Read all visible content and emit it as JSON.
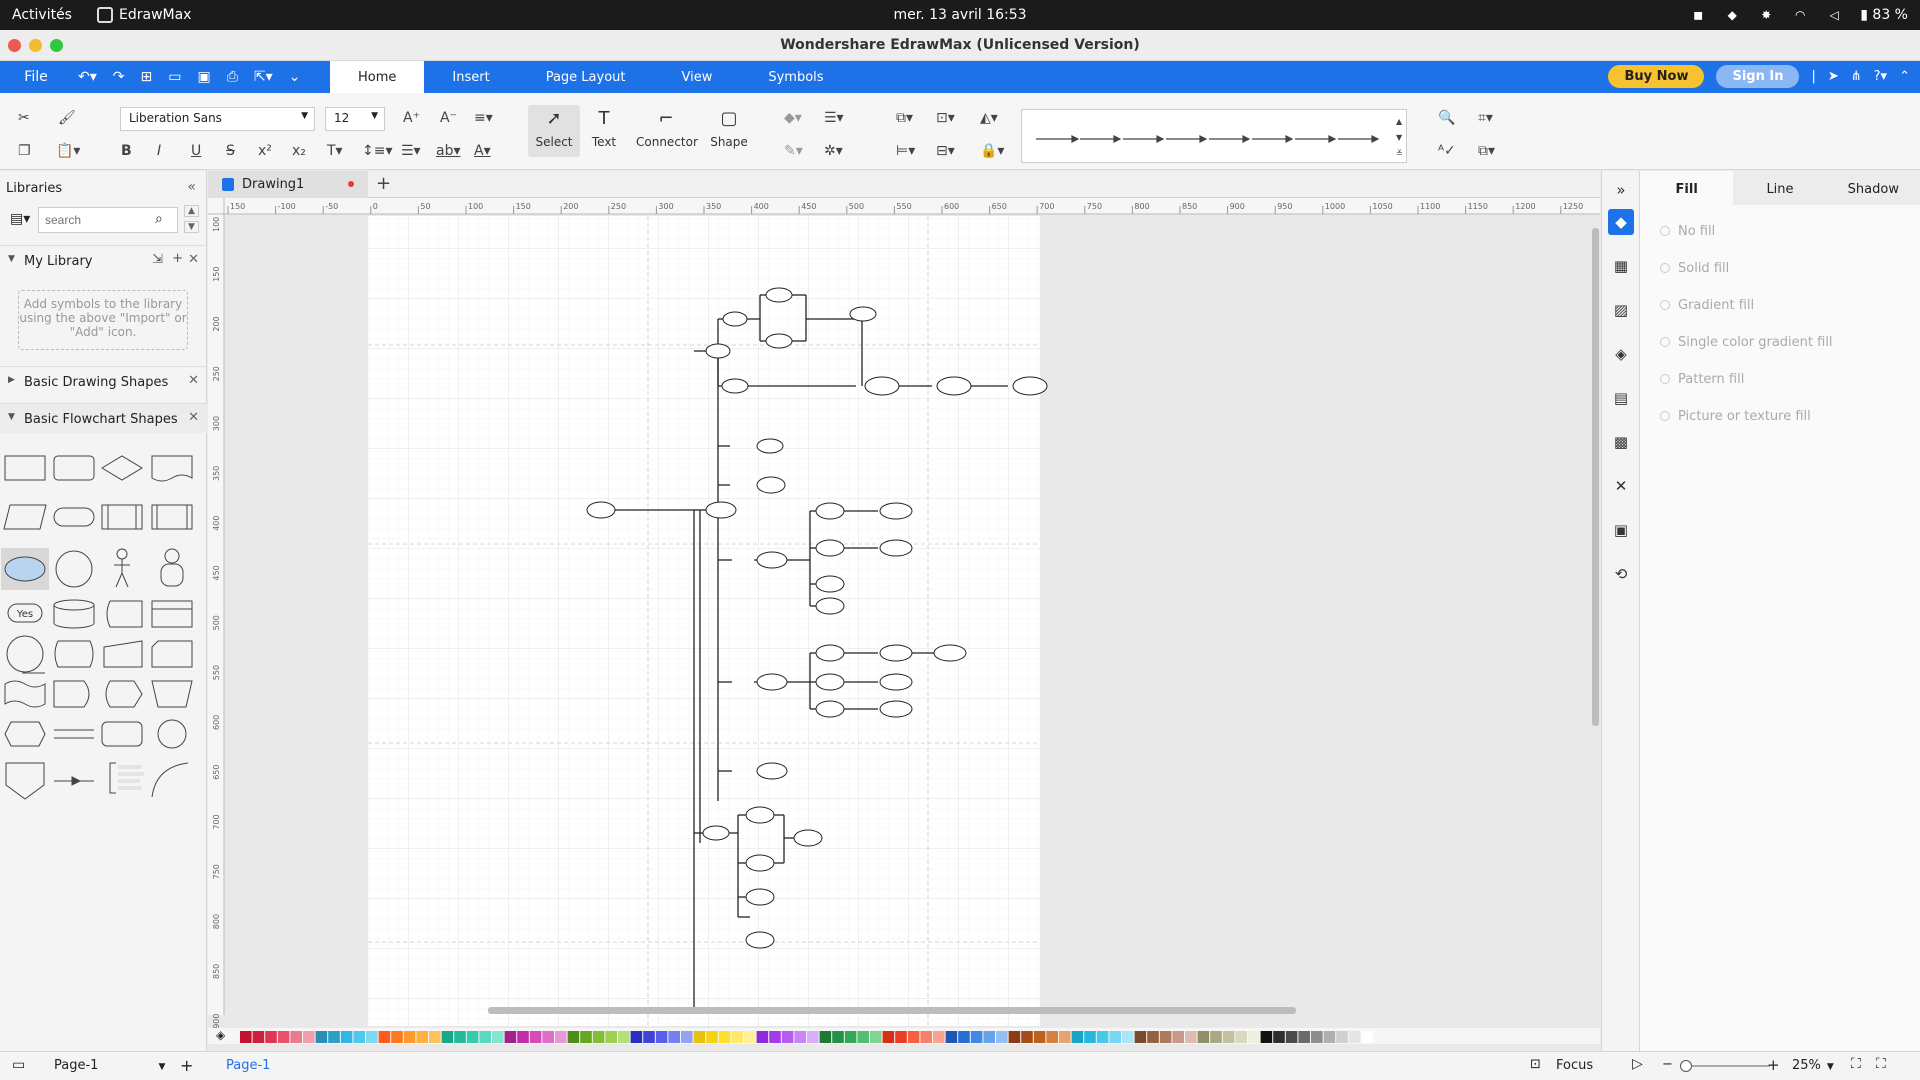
{
  "system": {
    "activities": "Activités",
    "app_name": "EdrawMax",
    "clock": "mer. 13 avril  16:53",
    "battery": "83 %"
  },
  "window": {
    "title": "Wondershare EdrawMax (Unlicensed Version)"
  },
  "menu": {
    "file": "File",
    "tabs": [
      "Home",
      "Insert",
      "Page Layout",
      "View",
      "Symbols"
    ],
    "active_tab": "Home",
    "buy": "Buy Now",
    "signin": "Sign In"
  },
  "ribbon": {
    "font": "Liberation Sans",
    "font_size": "12",
    "tools": [
      "Select",
      "Text",
      "Connector",
      "Shape"
    ]
  },
  "left": {
    "header": "Libraries",
    "search_placeholder": "search",
    "my_library": "My Library",
    "dropzone_text": "Add symbols to the library using the above \"Import\" or \"Add\" icon.",
    "basic_drawing": "Basic Drawing Shapes",
    "basic_flowchart": "Basic Flowchart Shapes",
    "yes_label": "Yes"
  },
  "document": {
    "tab": "Drawing1"
  },
  "ruler": {
    "top": [
      "150",
      "-100",
      "-50",
      "0",
      "50",
      "100",
      "150",
      "200",
      "250",
      "300",
      "350",
      "400",
      "450",
      "500",
      "550",
      "600",
      "650",
      "700",
      "750",
      "800",
      "850",
      "900",
      "950",
      "1000",
      "1050",
      "1100",
      "1150",
      "1200",
      "1250"
    ],
    "left": [
      "100",
      "150",
      "200",
      "250",
      "300",
      "350",
      "400",
      "450",
      "500",
      "550",
      "600",
      "650",
      "700",
      "750",
      "800",
      "850",
      "900"
    ]
  },
  "right": {
    "tabs": [
      "Fill",
      "Line",
      "Shadow"
    ],
    "fill_options": [
      "No fill",
      "Solid fill",
      "Gradient fill",
      "Single color gradient fill",
      "Pattern fill",
      "Picture or texture fill"
    ]
  },
  "status": {
    "page_select": "Page-1",
    "page_tab": "Page-1",
    "focus": "Focus",
    "zoom": "25%"
  },
  "colors": {
    "accent": "#1e72e8",
    "buy": "#f7c22f",
    "palette": [
      "#c0142c",
      "#d01f3c",
      "#e03554",
      "#e8526c",
      "#ef7891",
      "#f29db0",
      "#2b8fb3",
      "#2aa0c8",
      "#36b5e0",
      "#4fc8ee",
      "#7dd8f3",
      "#ff5b1f",
      "#ff7a1f",
      "#ff9a2e",
      "#ffb03d",
      "#ffc35e",
      "#1aa68a",
      "#23b99a",
      "#33ccad",
      "#5ad9bf",
      "#86e4cf",
      "#a3218c",
      "#be2fa5",
      "#d44bba",
      "#e06fca",
      "#ea97da",
      "#4e8c1c",
      "#66a722",
      "#80bf34",
      "#9ad150",
      "#b6df7a",
      "#2a2fbf",
      "#3c45d8",
      "#5561ea",
      "#7581f0",
      "#97a1f4",
      "#e8c20c",
      "#f5d313",
      "#ffe02e",
      "#ffe966",
      "#fff199",
      "#8c2bd8",
      "#a23ceb",
      "#b65cf1",
      "#c985f5",
      "#dbacf8",
      "#1d7a34",
      "#249245",
      "#31aa57",
      "#52c06f",
      "#7fd594",
      "#d82d16",
      "#ea3f22",
      "#f65f3f",
      "#f88068",
      "#faa490",
      "#1e57b3",
      "#266fd0",
      "#3f88e6",
      "#66a3ee",
      "#93bff4",
      "#8c3c12",
      "#a64c16",
      "#c0601f",
      "#d6803f",
      "#e6a270",
      "#1ba3c9",
      "#25b7dd",
      "#48c8ea",
      "#77d7f0",
      "#a7e6f6",
      "#7a4a2a",
      "#936040",
      "#ad7a5c",
      "#c7998a",
      "#ddbdaf",
      "#8f8f6a",
      "#a9a982",
      "#c2c2a0",
      "#d9d9bf",
      "#efefdf",
      "#111111",
      "#2e2e2e",
      "#4a4a4a",
      "#6b6b6b",
      "#8e8e8e",
      "#b0b0b0",
      "#cfcfcf",
      "#e6e6e6",
      "#ffffff"
    ]
  }
}
